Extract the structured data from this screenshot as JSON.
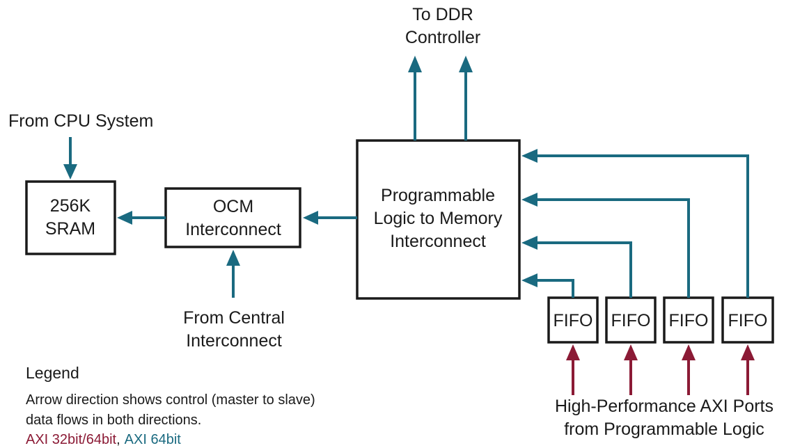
{
  "colors": {
    "axi32_64": "#8b1a35",
    "axi64": "#1a6a80",
    "box_border": "#1a1a1a"
  },
  "labels": {
    "to_ddr_line1": "To DDR",
    "to_ddr_line2": "Controller",
    "from_cpu": "From CPU System",
    "from_central_line1": "From Central",
    "from_central_line2": "Interconnect",
    "hp_line1": "High-Performance AXI Ports",
    "hp_line2": "from Programmable Logic"
  },
  "boxes": {
    "sram_line1": "256K",
    "sram_line2": "SRAM",
    "ocm_line1": "OCM",
    "ocm_line2": "Interconnect",
    "pl_line1": "Programmable",
    "pl_line2": "Logic to Memory",
    "pl_line3": "Interconnect",
    "fifo": [
      "FIFO",
      "FIFO",
      "FIFO",
      "FIFO"
    ]
  },
  "legend": {
    "title": "Legend",
    "line1": "Arrow direction shows control (master to slave)",
    "line2": "data flows in both directions.",
    "axi32_64": "AXI 32bit/64bit",
    "separator": ",",
    "axi64": "AXI 64bit"
  }
}
